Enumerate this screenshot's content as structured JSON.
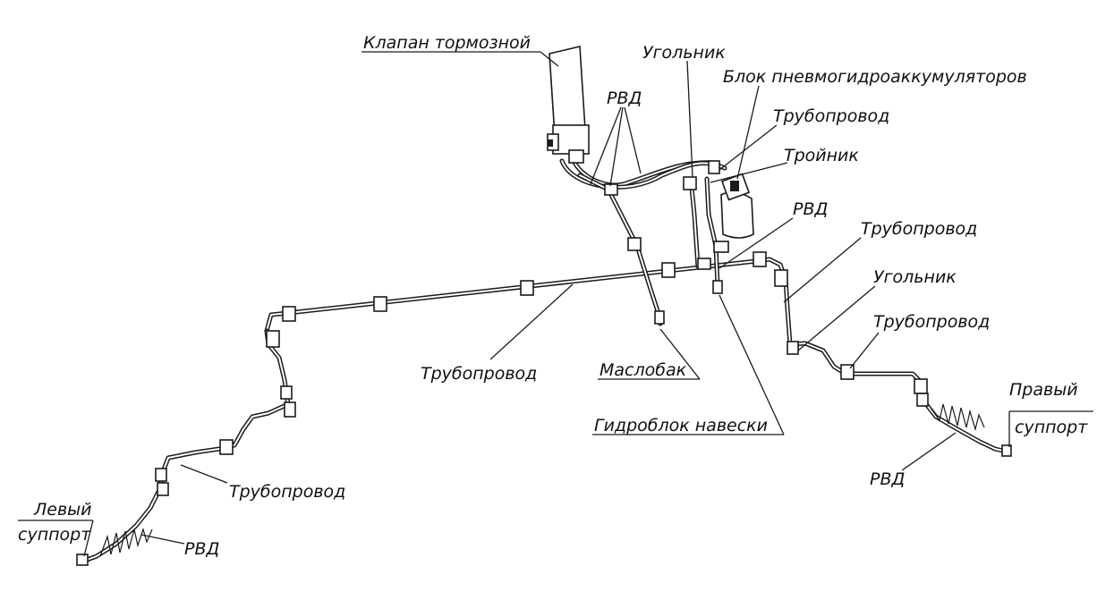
{
  "labels": {
    "brake_valve": "Клапан тормозной",
    "rvd_top": "РВД",
    "elbow_top": "Угольник",
    "accumulator_block": "Блок пневмогидроаккумуляторов",
    "pipeline_top": "Трубопровод",
    "tee": "Тройник",
    "rvd_mid": "РВД",
    "pipeline_right_upper": "Трубопровод",
    "elbow_right": "Угольник",
    "pipeline_right_lower": "Трубопровод",
    "pipeline_center": "Трубопровод",
    "oil_tank": "Маслобак",
    "hydroblock": "Гидроблок навески",
    "right_support_line1": "Правый",
    "right_support_line2": "суппорт",
    "rvd_right": "РВД",
    "pipeline_left": "Трубопровод",
    "left_support_line1": "Левый",
    "left_support_line2": "суппорт",
    "rvd_left": "РВД"
  },
  "colors": {
    "line": "#1a1a1a",
    "background": "#ffffff"
  }
}
